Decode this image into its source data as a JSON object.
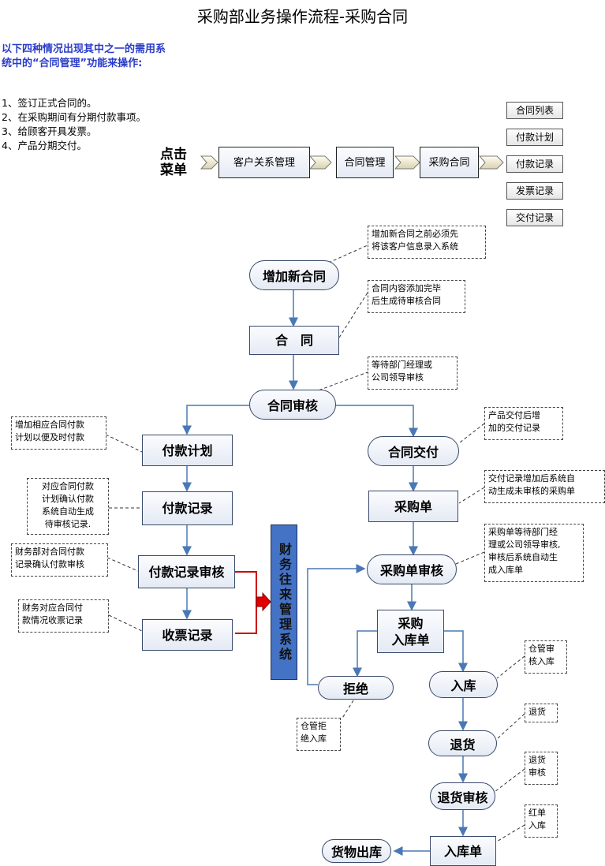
{
  "title": "采购部业务操作流程-采购合同",
  "intro": "以下四种情况出现其中之一的需用系统中的“合同管理”功能来操作:",
  "conditions": [
    "1、签订正式合同的。",
    "2、在采购期间有分期付款事项。",
    "3、给顾客开具发票。",
    "4、产品分期交付。"
  ],
  "click_menu": [
    "点击",
    "菜单"
  ],
  "menu_path": [
    "客户关系管理",
    "合同管理",
    "采购合同"
  ],
  "submenu": [
    "合同列表",
    "付款计划",
    "付款记录",
    "发票记录",
    "交付记录"
  ],
  "nodes": {
    "add_contract": "增加新合同",
    "contract": "合　同",
    "contract_review": "合同审核",
    "pay_plan": "付款计划",
    "pay_record": "付款记录",
    "pay_record_review": "付款记录审核",
    "invoice_record": "收票记录",
    "finance": "财务往来管理系统",
    "delivery": "合同交付",
    "purchase_order": "采购单",
    "purchase_order_review": "采购单审核",
    "purchase_in_1": "采购",
    "purchase_in_2": "入库单",
    "reject": "拒绝",
    "stock_in": "入库",
    "return": "退货",
    "return_review": "退货审核",
    "in_order": "入库单",
    "goods_out": "货物出库"
  },
  "notes": {
    "n1": [
      "增加新合同之前必须先",
      "将该客户信息录入系统"
    ],
    "n2": [
      "合同内容添加完毕",
      "后生成待审核合同"
    ],
    "n3": [
      "等待部门经理或",
      "公司领导审核"
    ],
    "n4": [
      "增加相应合同付款",
      "计划以便及时付款"
    ],
    "n5": [
      "对应合同付款",
      "计划确认付款",
      "系统自动生成",
      "待审核记录."
    ],
    "n6": [
      "财务部对合同付款",
      "记录确认付款审核"
    ],
    "n7": [
      "财务对应合同付",
      "款情况收票记录"
    ],
    "n8": [
      "产品交付后增",
      "加的交付记录"
    ],
    "n9": [
      "交付记录增加后系统自",
      "动生成未审核的采购单"
    ],
    "n10": [
      "采购单等待部门经",
      "理或公司领导审核,",
      "审核后系统自动生",
      "成入库单"
    ],
    "n11": [
      "仓管审",
      "核入库"
    ],
    "n12": [
      "仓管拒",
      "绝入库"
    ],
    "n13": [
      "退货"
    ],
    "n14": [
      "退货",
      "审核"
    ],
    "n15": [
      "红单",
      "入库"
    ]
  }
}
